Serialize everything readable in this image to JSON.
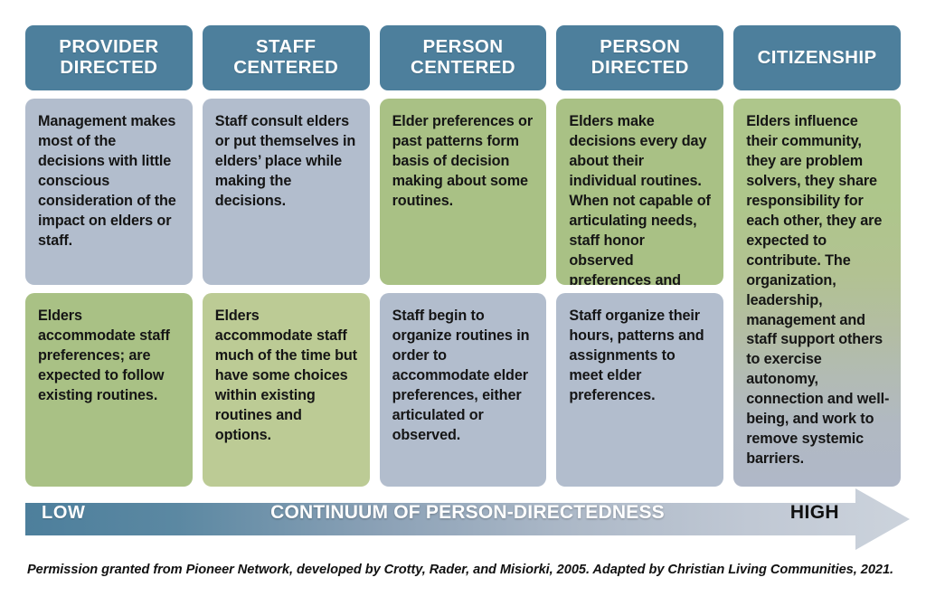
{
  "title": "Continuum of Person-Directedness",
  "colors": {
    "header_blue": "#4d7f9c",
    "cell_blue": "#b2bdcd",
    "cell_green": "#a9c185",
    "arrow_blue": "#4d7f9c",
    "arrow_light": "#c2cad6",
    "text_dark": "#151515",
    "text_light": "#ffffff"
  },
  "columns": [
    {
      "header": "PROVIDER\nDIRECTED",
      "cells": [
        {
          "tone": "blue",
          "text": "Management makes most of the decisions with little conscious consideration of the impact on elders or staff."
        },
        {
          "tone": "green",
          "text": "Elders accommodate staff preferences; are expected to follow existing routines."
        }
      ]
    },
    {
      "header": "STAFF\nCENTERED",
      "cells": [
        {
          "tone": "blue",
          "text": "Staff consult elders or put themselves in elders’ place while making the decisions."
        },
        {
          "tone": "green-light",
          "text": "Elders accommodate staff much of the time but have some choices within existing routines and options."
        }
      ]
    },
    {
      "header": "PERSON\nCENTERED",
      "cells": [
        {
          "tone": "green",
          "text": "Elder preferences or past patterns form basis of decision making about some routines."
        },
        {
          "tone": "blue",
          "text": "Staff begin to organize routines in order to accommodate elder preferences, either articulated or observed."
        }
      ]
    },
    {
      "header": "PERSON\nDIRECTED",
      "cells": [
        {
          "tone": "green",
          "text": "Elders make decisions every day about their individual routines. When not capable of articulating needs, staff honor observed preferences and habits."
        },
        {
          "tone": "blue",
          "text": "Staff organize their hours, patterns and assignments to meet elder preferences."
        }
      ]
    },
    {
      "header": "CITIZENSHIP",
      "cells": [
        {
          "tone": "gradient",
          "text": "Elders influence their community, they are problem solvers, they share responsibility for each other, they are expected to contribute. The organization, leadership, management and staff support others to exercise autonomy, connection and well-being, and work to remove systemic barriers."
        }
      ]
    }
  ],
  "continuum": {
    "low_label": "LOW",
    "title": "CONTINUUM OF PERSON-DIRECTEDNESS",
    "high_label": "HIGH"
  },
  "footer": {
    "credit": "Permission granted from Pioneer Network, developed by Crotty, Rader, and Misiorki, 2005. Adapted by Christian Living Communities, 2021."
  }
}
